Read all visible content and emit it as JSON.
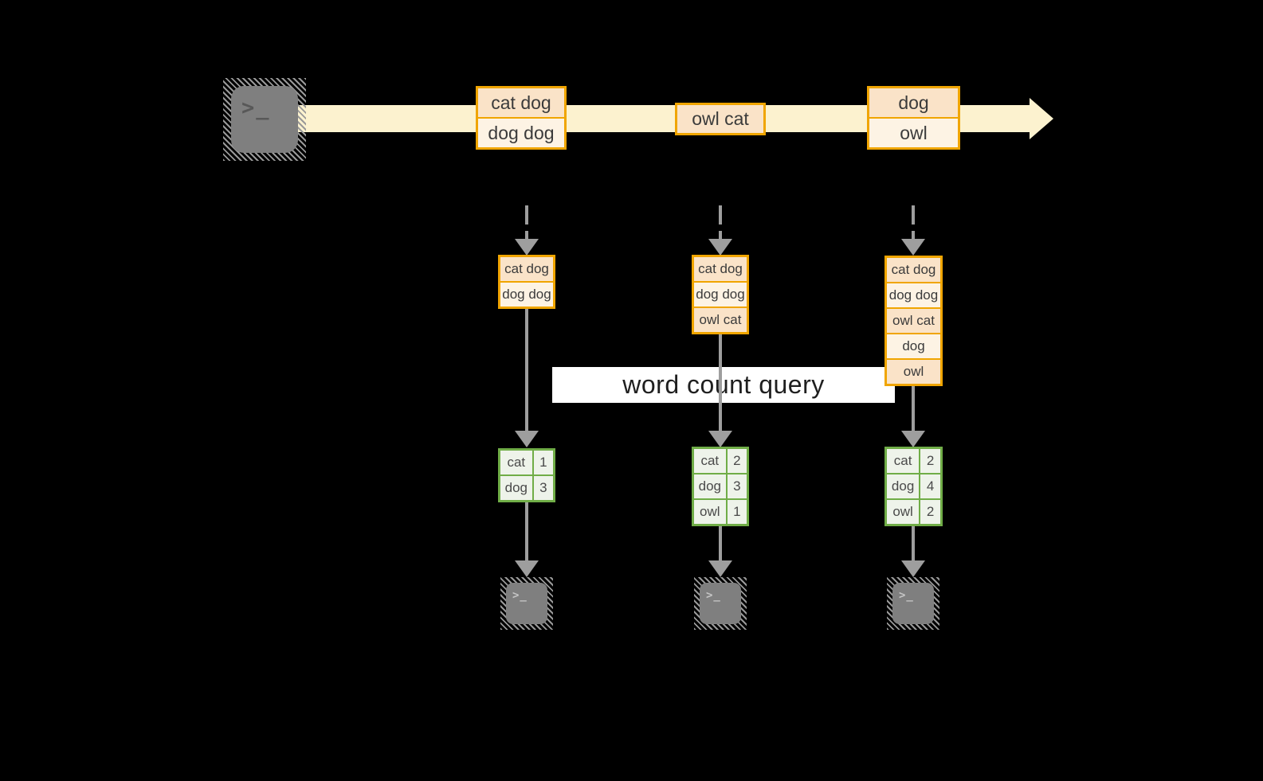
{
  "banner": {
    "label": "word count query"
  },
  "stream": {
    "batches": [
      {
        "events": [
          {
            "text": "cat dog"
          },
          {
            "text": "dog dog"
          }
        ]
      },
      {
        "events": [
          {
            "text": "owl cat"
          }
        ]
      },
      {
        "events": [
          {
            "text": "dog"
          },
          {
            "text": "owl"
          }
        ]
      }
    ]
  },
  "terminal": {
    "prompt": ">_"
  },
  "columns": [
    {
      "state": [
        {
          "text": "cat dog"
        },
        {
          "text": "dog dog"
        }
      ],
      "table": [
        {
          "word": "cat",
          "count": "1"
        },
        {
          "word": "dog",
          "count": "3"
        }
      ]
    },
    {
      "state": [
        {
          "text": "cat dog"
        },
        {
          "text": "dog dog"
        },
        {
          "text": "owl cat"
        }
      ],
      "table": [
        {
          "word": "cat",
          "count": "2"
        },
        {
          "word": "dog",
          "count": "3"
        },
        {
          "word": "owl",
          "count": "1"
        }
      ]
    },
    {
      "state": [
        {
          "text": "cat dog"
        },
        {
          "text": "dog dog"
        },
        {
          "text": "owl cat"
        },
        {
          "text": "dog"
        },
        {
          "text": "owl"
        }
      ],
      "table": [
        {
          "word": "cat",
          "count": "2"
        },
        {
          "word": "dog",
          "count": "4"
        },
        {
          "word": "owl",
          "count": "2"
        }
      ]
    }
  ],
  "colors": {
    "bg": "#000000",
    "stream": "#fcf2cf",
    "boxDark": "#fae3c8",
    "boxLight": "#fdf3e4",
    "amber": "#f0a500",
    "tableFill": "#eef3ea",
    "green": "#70ad47",
    "arrow": "#9e9e9e",
    "bannerBg": "#ffffff",
    "bannerText": "#1f1f1f",
    "termGray": "#7f7f7f"
  }
}
